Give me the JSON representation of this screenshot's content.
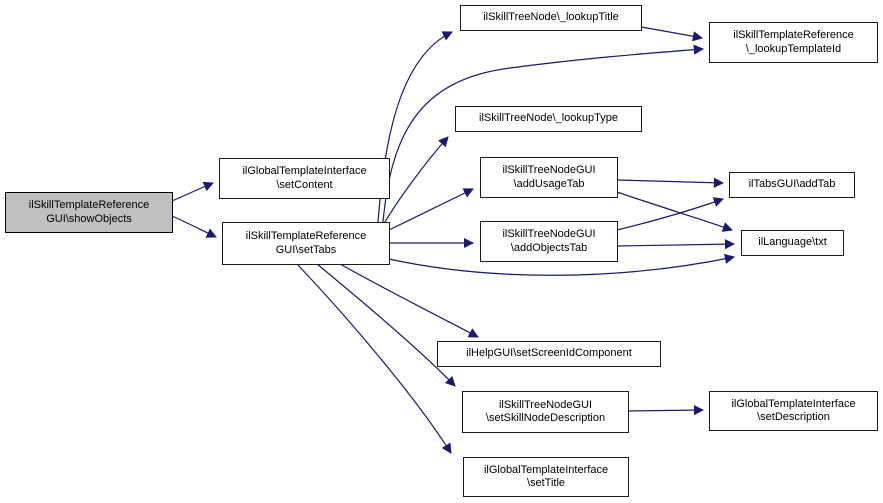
{
  "diagram": {
    "type": "call-graph",
    "colors": {
      "edge": "#191970",
      "node_border": "#1c1c1c",
      "node_fill": "#ffffff",
      "highlight_fill": "#bfbfbf",
      "text": "#000000"
    },
    "nodes": [
      {
        "id": "showObjects",
        "label": "ilSkillTemplateReference\nGUI\\showObjects",
        "highlighted": true
      },
      {
        "id": "setContent",
        "label": "ilGlobalTemplateInterface\n\\setContent",
        "highlighted": false
      },
      {
        "id": "setTabs",
        "label": "ilSkillTemplateReference\nGUI\\setTabs",
        "highlighted": false
      },
      {
        "id": "lookupTitle",
        "label": "ilSkillTreeNode\\_lookupTitle",
        "highlighted": false
      },
      {
        "id": "lookupTemplateId",
        "label": "ilSkillTemplateReference\n\\_lookupTemplateId",
        "highlighted": false
      },
      {
        "id": "lookupType",
        "label": "ilSkillTreeNode\\_lookupType",
        "highlighted": false
      },
      {
        "id": "addUsageTab",
        "label": "ilSkillTreeNodeGUI\n\\addUsageTab",
        "highlighted": false
      },
      {
        "id": "addObjectsTab",
        "label": "ilSkillTreeNodeGUI\n\\addObjectsTab",
        "highlighted": false
      },
      {
        "id": "addTab",
        "label": "ilTabsGUI\\addTab",
        "highlighted": false
      },
      {
        "id": "txt",
        "label": "ilLanguage\\txt",
        "highlighted": false
      },
      {
        "id": "setScreenIdComponent",
        "label": "ilHelpGUI\\setScreenIdComponent",
        "highlighted": false
      },
      {
        "id": "setSkillNodeDescription",
        "label": "ilSkillTreeNodeGUI\n\\setSkillNodeDescription",
        "highlighted": false
      },
      {
        "id": "setDescription",
        "label": "ilGlobalTemplateInterface\n\\setDescription",
        "highlighted": false
      },
      {
        "id": "setTitle",
        "label": "ilGlobalTemplateInterface\n\\setTitle",
        "highlighted": false
      }
    ],
    "edges": [
      {
        "from": "showObjects",
        "to": "setContent"
      },
      {
        "from": "showObjects",
        "to": "setTabs"
      },
      {
        "from": "setTabs",
        "to": "lookupTitle"
      },
      {
        "from": "setTabs",
        "to": "lookupTemplateId"
      },
      {
        "from": "setTabs",
        "to": "lookupType"
      },
      {
        "from": "setTabs",
        "to": "addUsageTab"
      },
      {
        "from": "setTabs",
        "to": "addObjectsTab"
      },
      {
        "from": "setTabs",
        "to": "txt"
      },
      {
        "from": "setTabs",
        "to": "setScreenIdComponent"
      },
      {
        "from": "setTabs",
        "to": "setSkillNodeDescription"
      },
      {
        "from": "setTabs",
        "to": "setTitle"
      },
      {
        "from": "lookupTitle",
        "to": "lookupTemplateId"
      },
      {
        "from": "addUsageTab",
        "to": "addTab"
      },
      {
        "from": "addUsageTab",
        "to": "txt"
      },
      {
        "from": "addObjectsTab",
        "to": "addTab"
      },
      {
        "from": "addObjectsTab",
        "to": "txt"
      },
      {
        "from": "setSkillNodeDescription",
        "to": "setDescription"
      }
    ]
  }
}
